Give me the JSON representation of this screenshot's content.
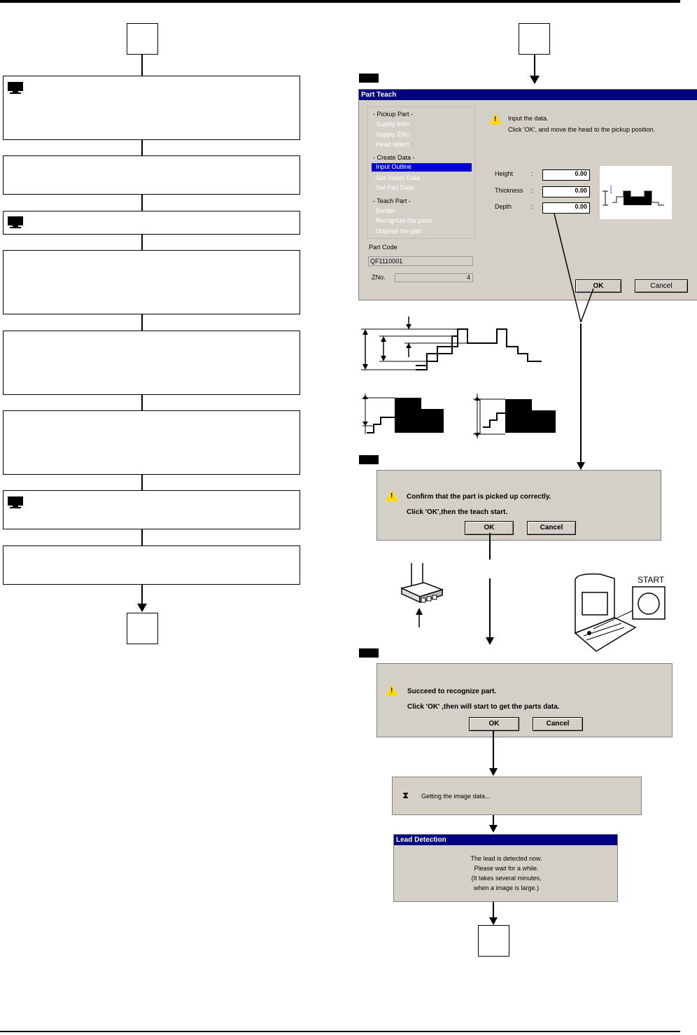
{
  "part_teach": {
    "title": "Part Teach",
    "menu": {
      "pickup_head": "- Pickup Part -",
      "supply_from": "Supply from",
      "supply_zno": "Supply ZNo.",
      "head_select": "Head select",
      "create_head": "- Create Data -",
      "input_outline": "Input Outline",
      "get_vision": "Get Vision Data",
      "set_part": "Set Part Data",
      "teach_head": "- Teach Part -",
      "border": "Border",
      "recognize": "Recognize the parts",
      "dispose": "Dispose the part"
    },
    "part_code_label": "Part Code",
    "part_code_value": "QF1110001",
    "zno_label": "ZNo.",
    "zno_value": "4",
    "message_line1": "Input the data.",
    "message_line2": "Click 'OK', and move the head to the pickup position.",
    "height_label": "Height",
    "thickness_label": "Thickness",
    "depth_label": "Depth",
    "colon": ":",
    "height_value": "0.00",
    "thickness_value": "0.00",
    "depth_value": "0.00",
    "ok": "OK",
    "cancel": "Cancel"
  },
  "confirm_dialog": {
    "line1": "Confirm that the part is picked up correctly.",
    "line2": "Click 'OK',then the teach start.",
    "ok": "OK",
    "cancel": "Cancel"
  },
  "start_label": "START",
  "recognize_dialog": {
    "line1": "Succeed to recognize part.",
    "line2": "Click 'OK' ,then will start to get the parts data.",
    "ok": "OK",
    "cancel": "Cancel"
  },
  "getting_image": "Getting the image data...",
  "lead_detection": {
    "title": "Lead Detection",
    "line1": "The lead is detected now.",
    "line2": "Please wait for a while.",
    "line3": "(It takes several minutes,",
    "line4": "when a image is large.)"
  },
  "colors": {
    "titlebar": "#000080",
    "dialog": "#d4d0c8",
    "warning": "#ffd800",
    "selected": "#0000cc"
  }
}
